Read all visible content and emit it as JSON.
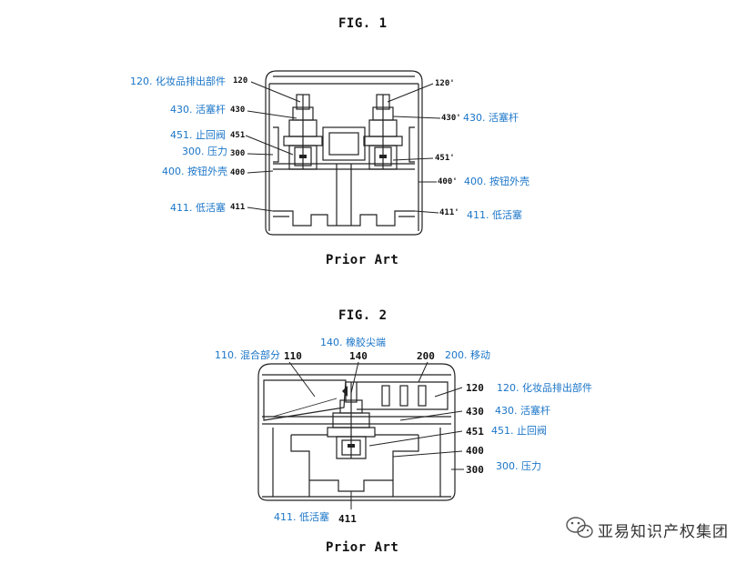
{
  "fig1": {
    "title": "FIG. 1",
    "caption": "Prior Art",
    "refs": {
      "r120": "120",
      "r430": "430",
      "r451": "451",
      "r300": "300",
      "r400": "400",
      "r411": "411",
      "r120p": "120'",
      "r430p": "430'",
      "r451p": "451'",
      "r400p": "400'",
      "r411p": "411'"
    },
    "annotations": {
      "a120": "120. 化妆品排出部件",
      "a430": "430. 活塞杆",
      "a451": "451. 止回阀",
      "a300": "300. 压力",
      "a400": "400. 按钮外壳",
      "a411": "411. 低活塞",
      "a430p": "430. 活塞杆",
      "a400p": "400. 按钮外壳",
      "a411p": "411. 低活塞"
    }
  },
  "fig2": {
    "title": "FIG. 2",
    "caption": "Prior Art",
    "refs": {
      "r110": "110",
      "r140": "140",
      "r200": "200",
      "r120": "120",
      "r430": "430",
      "r451": "451",
      "r400": "400",
      "r300": "300",
      "r411": "411"
    },
    "annotations": {
      "a110": "110. 混合部分",
      "a140": "140. 橡胶尖端",
      "a200": "200. 移动",
      "a120": "120. 化妆品排出部件",
      "a430": "430. 活塞杆",
      "a451": "451. 止回阀",
      "a300": "300. 压力",
      "a411": "411. 低活塞"
    }
  },
  "watermark": {
    "text": "亚易知识产权集团",
    "icon": "wechat-icon"
  },
  "colors": {
    "annotation": "#1a75c8",
    "line": "#222222"
  }
}
